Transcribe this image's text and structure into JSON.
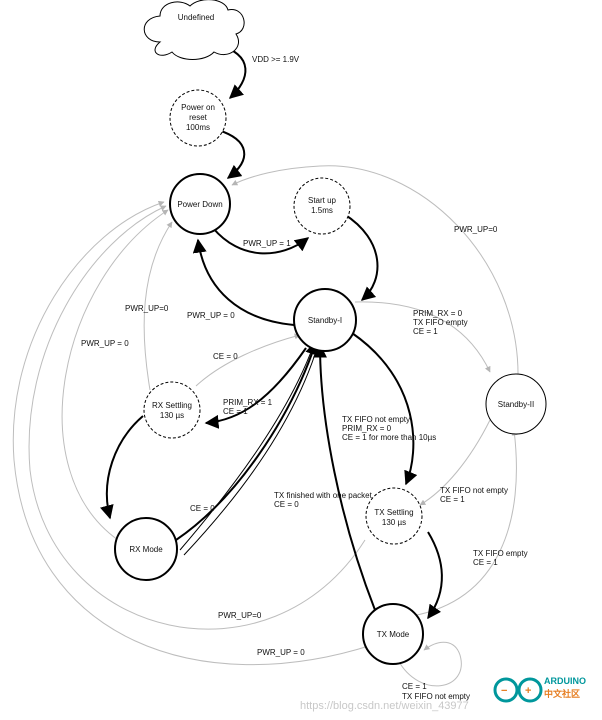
{
  "states": {
    "undefined": "Undefined",
    "power_on_reset": [
      "Power on",
      "reset",
      "100ms"
    ],
    "power_down": "Power Down",
    "start_up": [
      "Start up",
      "1.5ms"
    ],
    "standby_1": "Standby-I",
    "standby_2": "Standby-II",
    "rx_settling": [
      "RX Settling",
      "130 µs"
    ],
    "rx_mode": "RX Mode",
    "tx_settling": [
      "TX Settling",
      "130 µs"
    ],
    "tx_mode": "TX Mode"
  },
  "transitions": {
    "vdd": "VDD >= 1.9V",
    "pwr_up_1": "PWR_UP = 1",
    "pwr_up_0_standby": "PWR_UP = 0",
    "pwr_up_0_rxsettle": "PWR_UP=0",
    "pwr_up_0_rxmode": "PWR_UP = 0",
    "pwr_up_0_standby2": "PWR_UP=0",
    "pwr_up_0_txsettle": "PWR_UP=0",
    "pwr_up_0_txmode": "PWR_UP = 0",
    "to_standby2": [
      "PRIM_RX = 0",
      "TX FIFO empty",
      "CE = 1"
    ],
    "ce0_rxsettle": "CE = 0",
    "prim_rx1": [
      "PRIM_RX = 1",
      "CE = 1"
    ],
    "ce0_rxmode": "CE = 0",
    "to_txsettle": [
      "TX FIFO not empty",
      "PRIM_RX = 0",
      "CE = 1  for more than 10µs"
    ],
    "tx_finished": [
      "TX finished with one packet",
      "CE = 0"
    ],
    "standby2_to_txsettle": [
      "TX FIFO not empty",
      "CE = 1"
    ],
    "tx_fifo_empty": [
      "TX FIFO empty",
      "CE = 1"
    ],
    "tx_self": [
      "CE = 1",
      "TX FIFO not empty"
    ]
  },
  "watermark": "https://blog.csdn.net/weixin_43977",
  "logo": {
    "brand": "ARDUINO",
    "caption": "中文社区",
    "colors": {
      "teal": "#00979c",
      "orange": "#e67e22"
    }
  }
}
